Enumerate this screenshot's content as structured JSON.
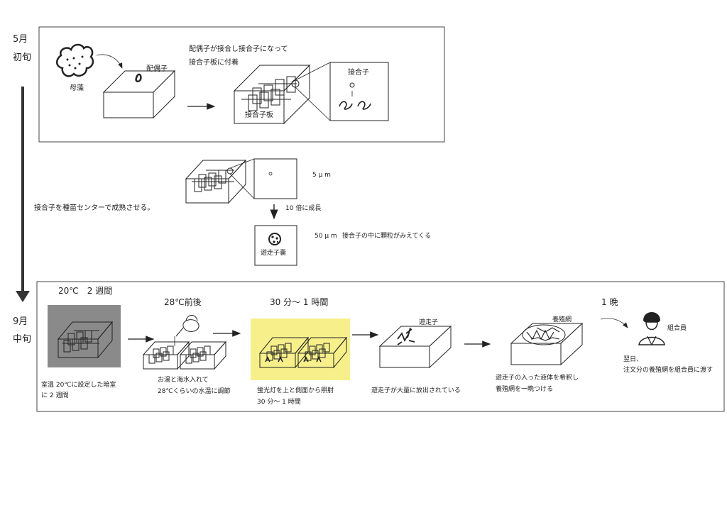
{
  "timeline": {
    "start_month": "5月",
    "start_period": "初旬",
    "end_month": "9月",
    "end_period": "中旬"
  },
  "top_box": {
    "mother_algae_label": "母藻",
    "gamete_label": "配偶子",
    "caption_line1": "配偶子が接合し接合子になって",
    "caption_line2": "接合子板に付着",
    "zygote_plate_label": "接合子板",
    "zygote_zoom_label": "接合子"
  },
  "middle": {
    "side_caption": "接合子を種苗センターで成熟させる。",
    "size_small": "5 μ m",
    "growth_label": "10 倍に成長",
    "size_large": "50 μ m",
    "size_large_note": "接合子の中に顆粒がみえてくる",
    "sporangium_label": "遊走子嚢"
  },
  "bottom_box": {
    "step1": {
      "heading": "20℃　2 週間",
      "desc_line1": "室温 20℃に設定した暗室",
      "desc_line2": "に 2 週間"
    },
    "step2": {
      "heading": "28℃前後",
      "desc_line1": "お湯と海水入れて",
      "desc_line2": "28℃くらいの水温に調節"
    },
    "step3": {
      "heading": "30 分～ 1 時間",
      "desc_line1": "蛍光灯を上と側面から照射",
      "desc_line2": "30 分～ 1 時間"
    },
    "step4": {
      "inset_label": "遊走子",
      "desc_line1": "遊走子が大量に放出されている"
    },
    "step5": {
      "inset_label": "養殖網",
      "desc_line1": "遊走子の入った液体を希釈し",
      "desc_line2": "養殖網を一晩つける"
    },
    "step6": {
      "heading": "1 晩",
      "person_label": "組合員",
      "desc_line1": "翌日、",
      "desc_line2": "注文分の養殖網を組合員に渡す"
    }
  },
  "colors": {
    "dark_room": "#8a8a8a",
    "light_panel": "#f7f08a",
    "stroke": "#333333"
  }
}
